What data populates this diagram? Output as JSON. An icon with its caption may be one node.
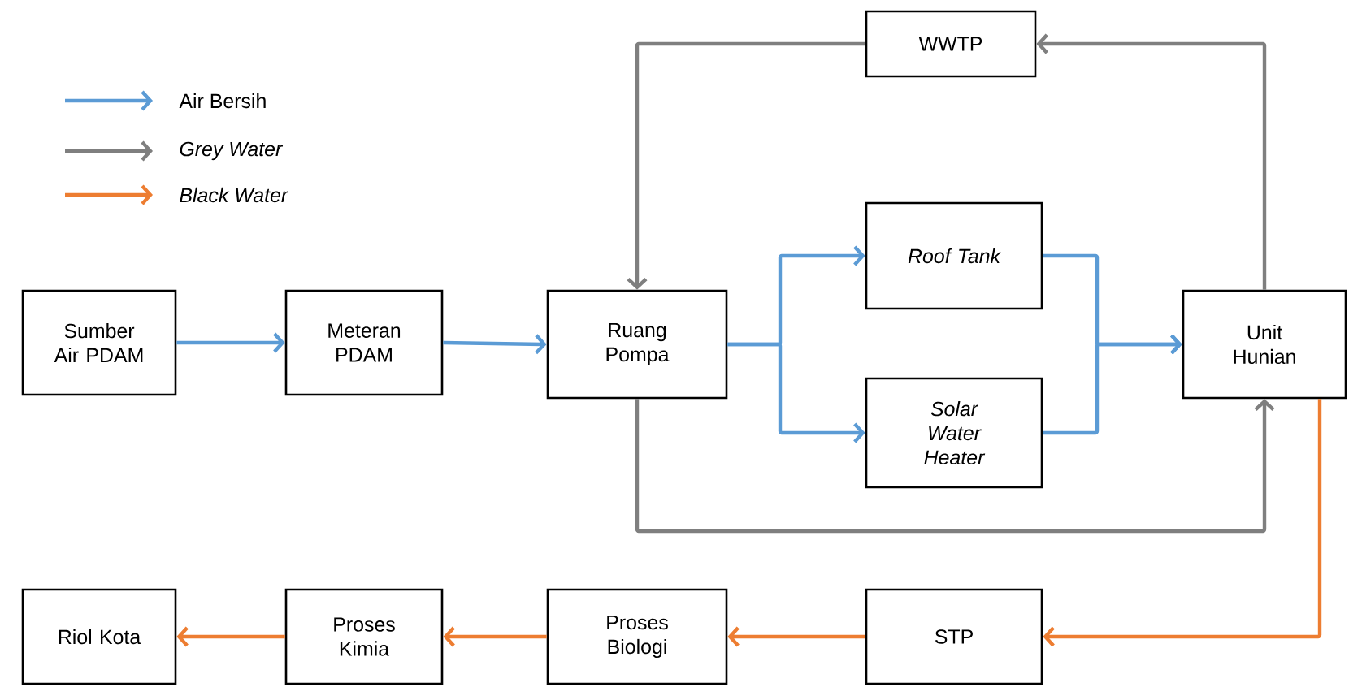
{
  "diagram": {
    "nodes": [
      {
        "text": [
          "Sumber Air PDAM"
        ]
      },
      {
        "text": [
          "Meteran PDAM"
        ]
      },
      {
        "text": [
          "Ruang Pompa"
        ]
      },
      {
        "text": [
          "WWTP"
        ]
      },
      {
        "text": [
          "Roof Tank"
        ]
      },
      {
        "text": [
          "Solar Water Heater"
        ]
      },
      {
        "text": [
          "Unit Hunian"
        ]
      },
      {
        "text": [
          "Riol Kota"
        ]
      },
      {
        "text": [
          "Proses Kimia"
        ]
      },
      {
        "text": [
          "Proses Biologi"
        ]
      },
      {
        "text": [
          "STP"
        ]
      }
    ],
    "edges": [
      {
        "from": 0,
        "to": 1,
        "arrow": "to"
      },
      {
        "from": 1,
        "to": 2,
        "arrow": "to"
      },
      {
        "from": 2,
        "to": 4,
        "arrow": "to"
      },
      {
        "from": 2,
        "to": 5,
        "arrow": "to"
      },
      {
        "from": 4,
        "to": 6,
        "arrow": "to"
      },
      {
        "from": 5,
        "to": 6,
        "arrow": "to"
      },
      {
        "from": 6,
        "to": 3,
        "arrow": "to",
        "color": "#7f7f7f"
      },
      {
        "from": 3,
        "to": 2,
        "arrow": "to",
        "color": "#7f7f7f"
      },
      {
        "from": 2,
        "to": 6,
        "arrow": "to",
        "color": "#7f7f7f"
      },
      {
        "from": 6,
        "to": 10,
        "arrow": "to",
        "color": "#ed7d31"
      },
      {
        "from": 10,
        "to": 9,
        "arrow": "to",
        "color": "#ed7d31"
      },
      {
        "from": 9,
        "to": 8,
        "arrow": "to",
        "color": "#ed7d31"
      },
      {
        "from": 8,
        "to": 7,
        "arrow": "to",
        "color": "#ed7d31"
      }
    ],
    "legend": [
      {
        "text": "Air Bersih",
        "color": "#5b9bd5"
      },
      {
        "text": "Grey Water",
        "color": "#7f7f7f"
      },
      {
        "text": "Black Water",
        "color": "#ed7d31"
      }
    ]
  }
}
